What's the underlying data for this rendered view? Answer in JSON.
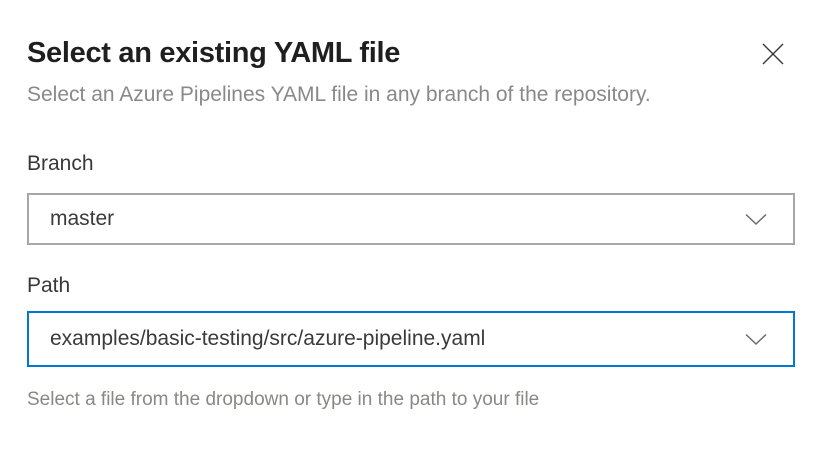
{
  "dialog": {
    "title": "Select an existing YAML file",
    "subtitle": "Select an Azure Pipelines YAML file in any branch of the repository."
  },
  "form": {
    "branch": {
      "label": "Branch",
      "value": "master"
    },
    "path": {
      "label": "Path",
      "value": "examples/basic-testing/src/azure-pipeline.yaml",
      "hint": "Select a file from the dropdown or type in the path to your file"
    }
  },
  "icons": {
    "close": "close-icon",
    "branch_dropdown": "chevron-down-icon",
    "path_dropdown": "chevron-down-icon"
  },
  "colors": {
    "accent": "#0078d4",
    "input_border": "#a6a6a6",
    "title_text": "#1f1f1f",
    "subtitle_text": "#898989",
    "hint_text": "#8a8886",
    "value_text": "#3a3a3a"
  }
}
